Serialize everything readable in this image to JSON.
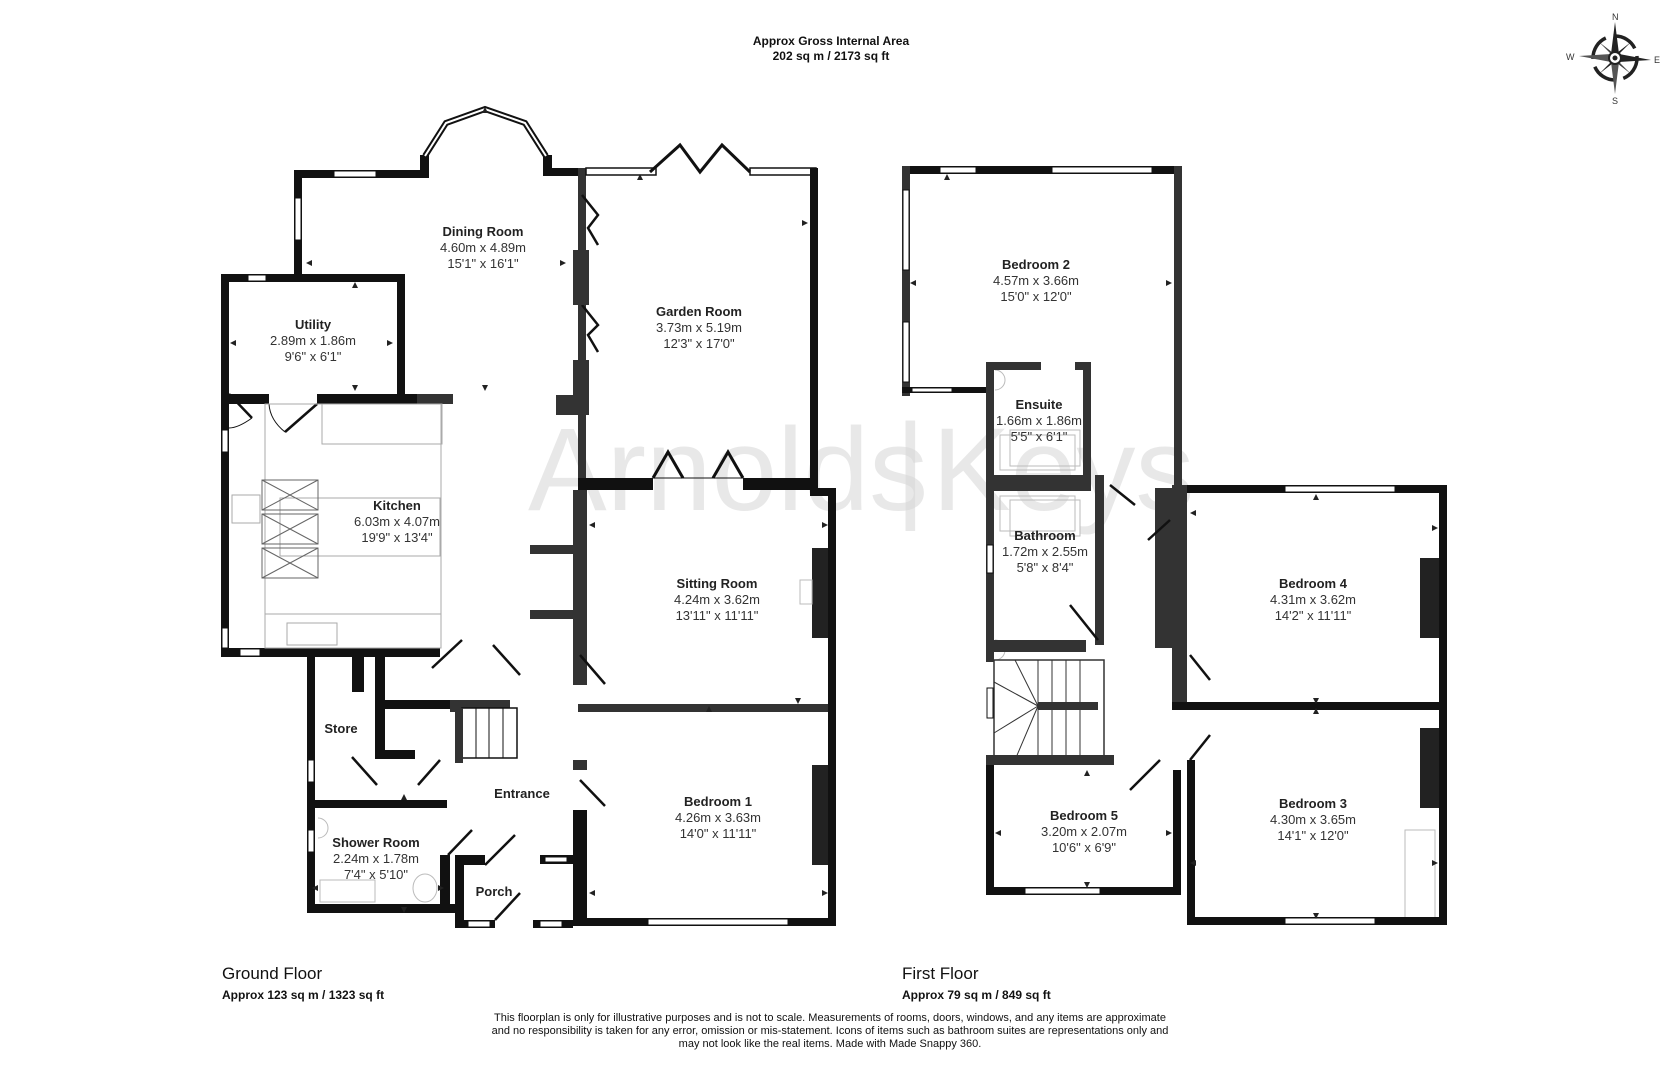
{
  "header": {
    "gia_line1": "Approx Gross Internal Area",
    "gia_line2": "202 sq m / 2173 sq ft"
  },
  "compass": {
    "n": "N",
    "e": "E",
    "s": "S",
    "w": "W"
  },
  "watermark": {
    "left": "Arnolds",
    "divider": "|",
    "right": "Keys"
  },
  "ground_floor": {
    "title": "Ground Floor",
    "area": "Approx 123 sq m / 1323 sq ft",
    "rooms": {
      "dining": {
        "name": "Dining Room",
        "metric": "4.60m x 4.89m",
        "imperial": "15'1\" x 16'1\""
      },
      "garden": {
        "name": "Garden Room",
        "metric": "3.73m x 5.19m",
        "imperial": "12'3\" x 17'0\""
      },
      "utility": {
        "name": "Utility",
        "metric": "2.89m x 1.86m",
        "imperial": "9'6\" x 6'1\""
      },
      "kitchen": {
        "name": "Kitchen",
        "metric": "6.03m x 4.07m",
        "imperial": "19'9\" x 13'4\""
      },
      "sitting": {
        "name": "Sitting Room",
        "metric": "4.24m x 3.62m",
        "imperial": "13'11\" x 11'11\""
      },
      "store": {
        "name": "Store"
      },
      "entrance": {
        "name": "Entrance"
      },
      "bedroom1": {
        "name": "Bedroom 1",
        "metric": "4.26m x 3.63m",
        "imperial": "14'0\" x 11'11\""
      },
      "shower": {
        "name": "Shower Room",
        "metric": "2.24m x 1.78m",
        "imperial": "7'4\" x 5'10\""
      },
      "porch": {
        "name": "Porch"
      }
    }
  },
  "first_floor": {
    "title": "First Floor",
    "area": "Approx 79 sq m / 849 sq ft",
    "rooms": {
      "bedroom2": {
        "name": "Bedroom 2",
        "metric": "4.57m x 3.66m",
        "imperial": "15'0\" x 12'0\""
      },
      "ensuite": {
        "name": "Ensuite",
        "metric": "1.66m x 1.86m",
        "imperial": "5'5\" x 6'1\""
      },
      "bathroom": {
        "name": "Bathroom",
        "metric": "1.72m x 2.55m",
        "imperial": "5'8\" x 8'4\""
      },
      "bedroom4": {
        "name": "Bedroom 4",
        "metric": "4.31m x 3.62m",
        "imperial": "14'2\" x 11'11\""
      },
      "bedroom3": {
        "name": "Bedroom 3",
        "metric": "4.30m x 3.65m",
        "imperial": "14'1\" x 12'0\""
      },
      "bedroom5": {
        "name": "Bedroom 5",
        "metric": "3.20m x 2.07m",
        "imperial": "10'6\" x 6'9\""
      }
    }
  },
  "disclaimer": {
    "line1": "This floorplan is only for illustrative purposes and is not to scale. Measurements of rooms, doors, windows, and any items are approximate",
    "line2": "and no responsibility is taken for any error, omission or mis-statement. Icons of items such as bathroom suites are representations only and",
    "line3": "may not look like the real items. Made with Made Snappy 360."
  }
}
